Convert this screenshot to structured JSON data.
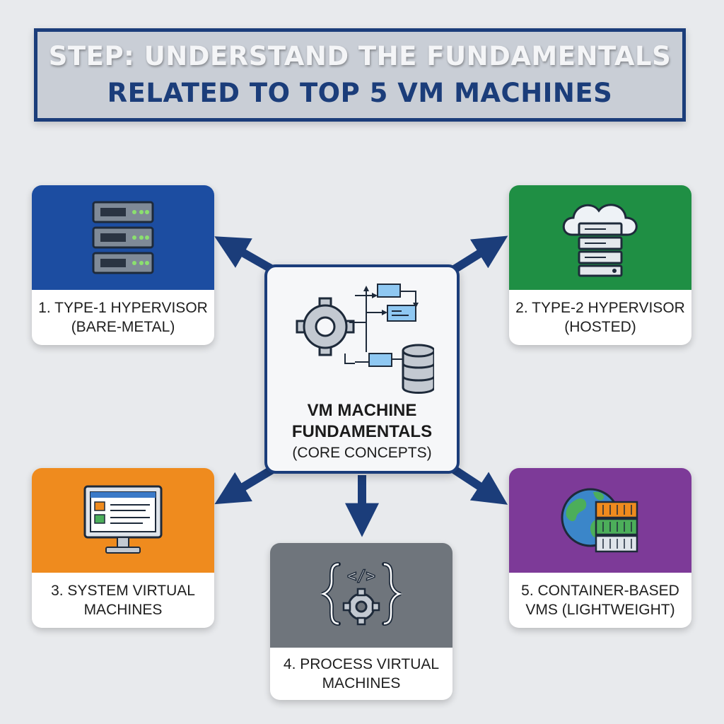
{
  "title": {
    "line1": "STEP: UNDERSTAND THE FUNDAMENTALS",
    "line2": "RELATED TO TOP 5 VM MACHINES"
  },
  "center": {
    "title_line1": "VM MACHINE",
    "title_line2": "FUNDAMENTALS",
    "subtitle": "(CORE CONCEPTS)",
    "icons": [
      "gear-icon",
      "flowchart-icon",
      "database-icon"
    ]
  },
  "cards": [
    {
      "line1": "1. TYPE-1 HYPERVISOR",
      "line2": "(BARE-METAL)",
      "color": "#1c4da1",
      "icon": "server-rack-icon"
    },
    {
      "line1": "2. TYPE-2 HYPERVISOR",
      "line2": "(HOSTED)",
      "color": "#1f8f44",
      "icon": "cloud-server-icon"
    },
    {
      "line1": "3. SYSTEM VIRTUAL",
      "line2": "MACHINES",
      "color": "#ef8b1e",
      "icon": "monitor-icon"
    },
    {
      "line1": "4. PROCESS VIRTUAL",
      "line2": "MACHINES",
      "color": "#6f757c",
      "icon": "code-gear-icon"
    },
    {
      "line1": "5. CONTAINER-BASED",
      "line2": "VMS (LIGHTWEIGHT)",
      "color": "#7d3a98",
      "icon": "globe-containers-icon"
    }
  ],
  "colors": {
    "accent": "#1b3d7a",
    "background": "#e8eaed"
  }
}
